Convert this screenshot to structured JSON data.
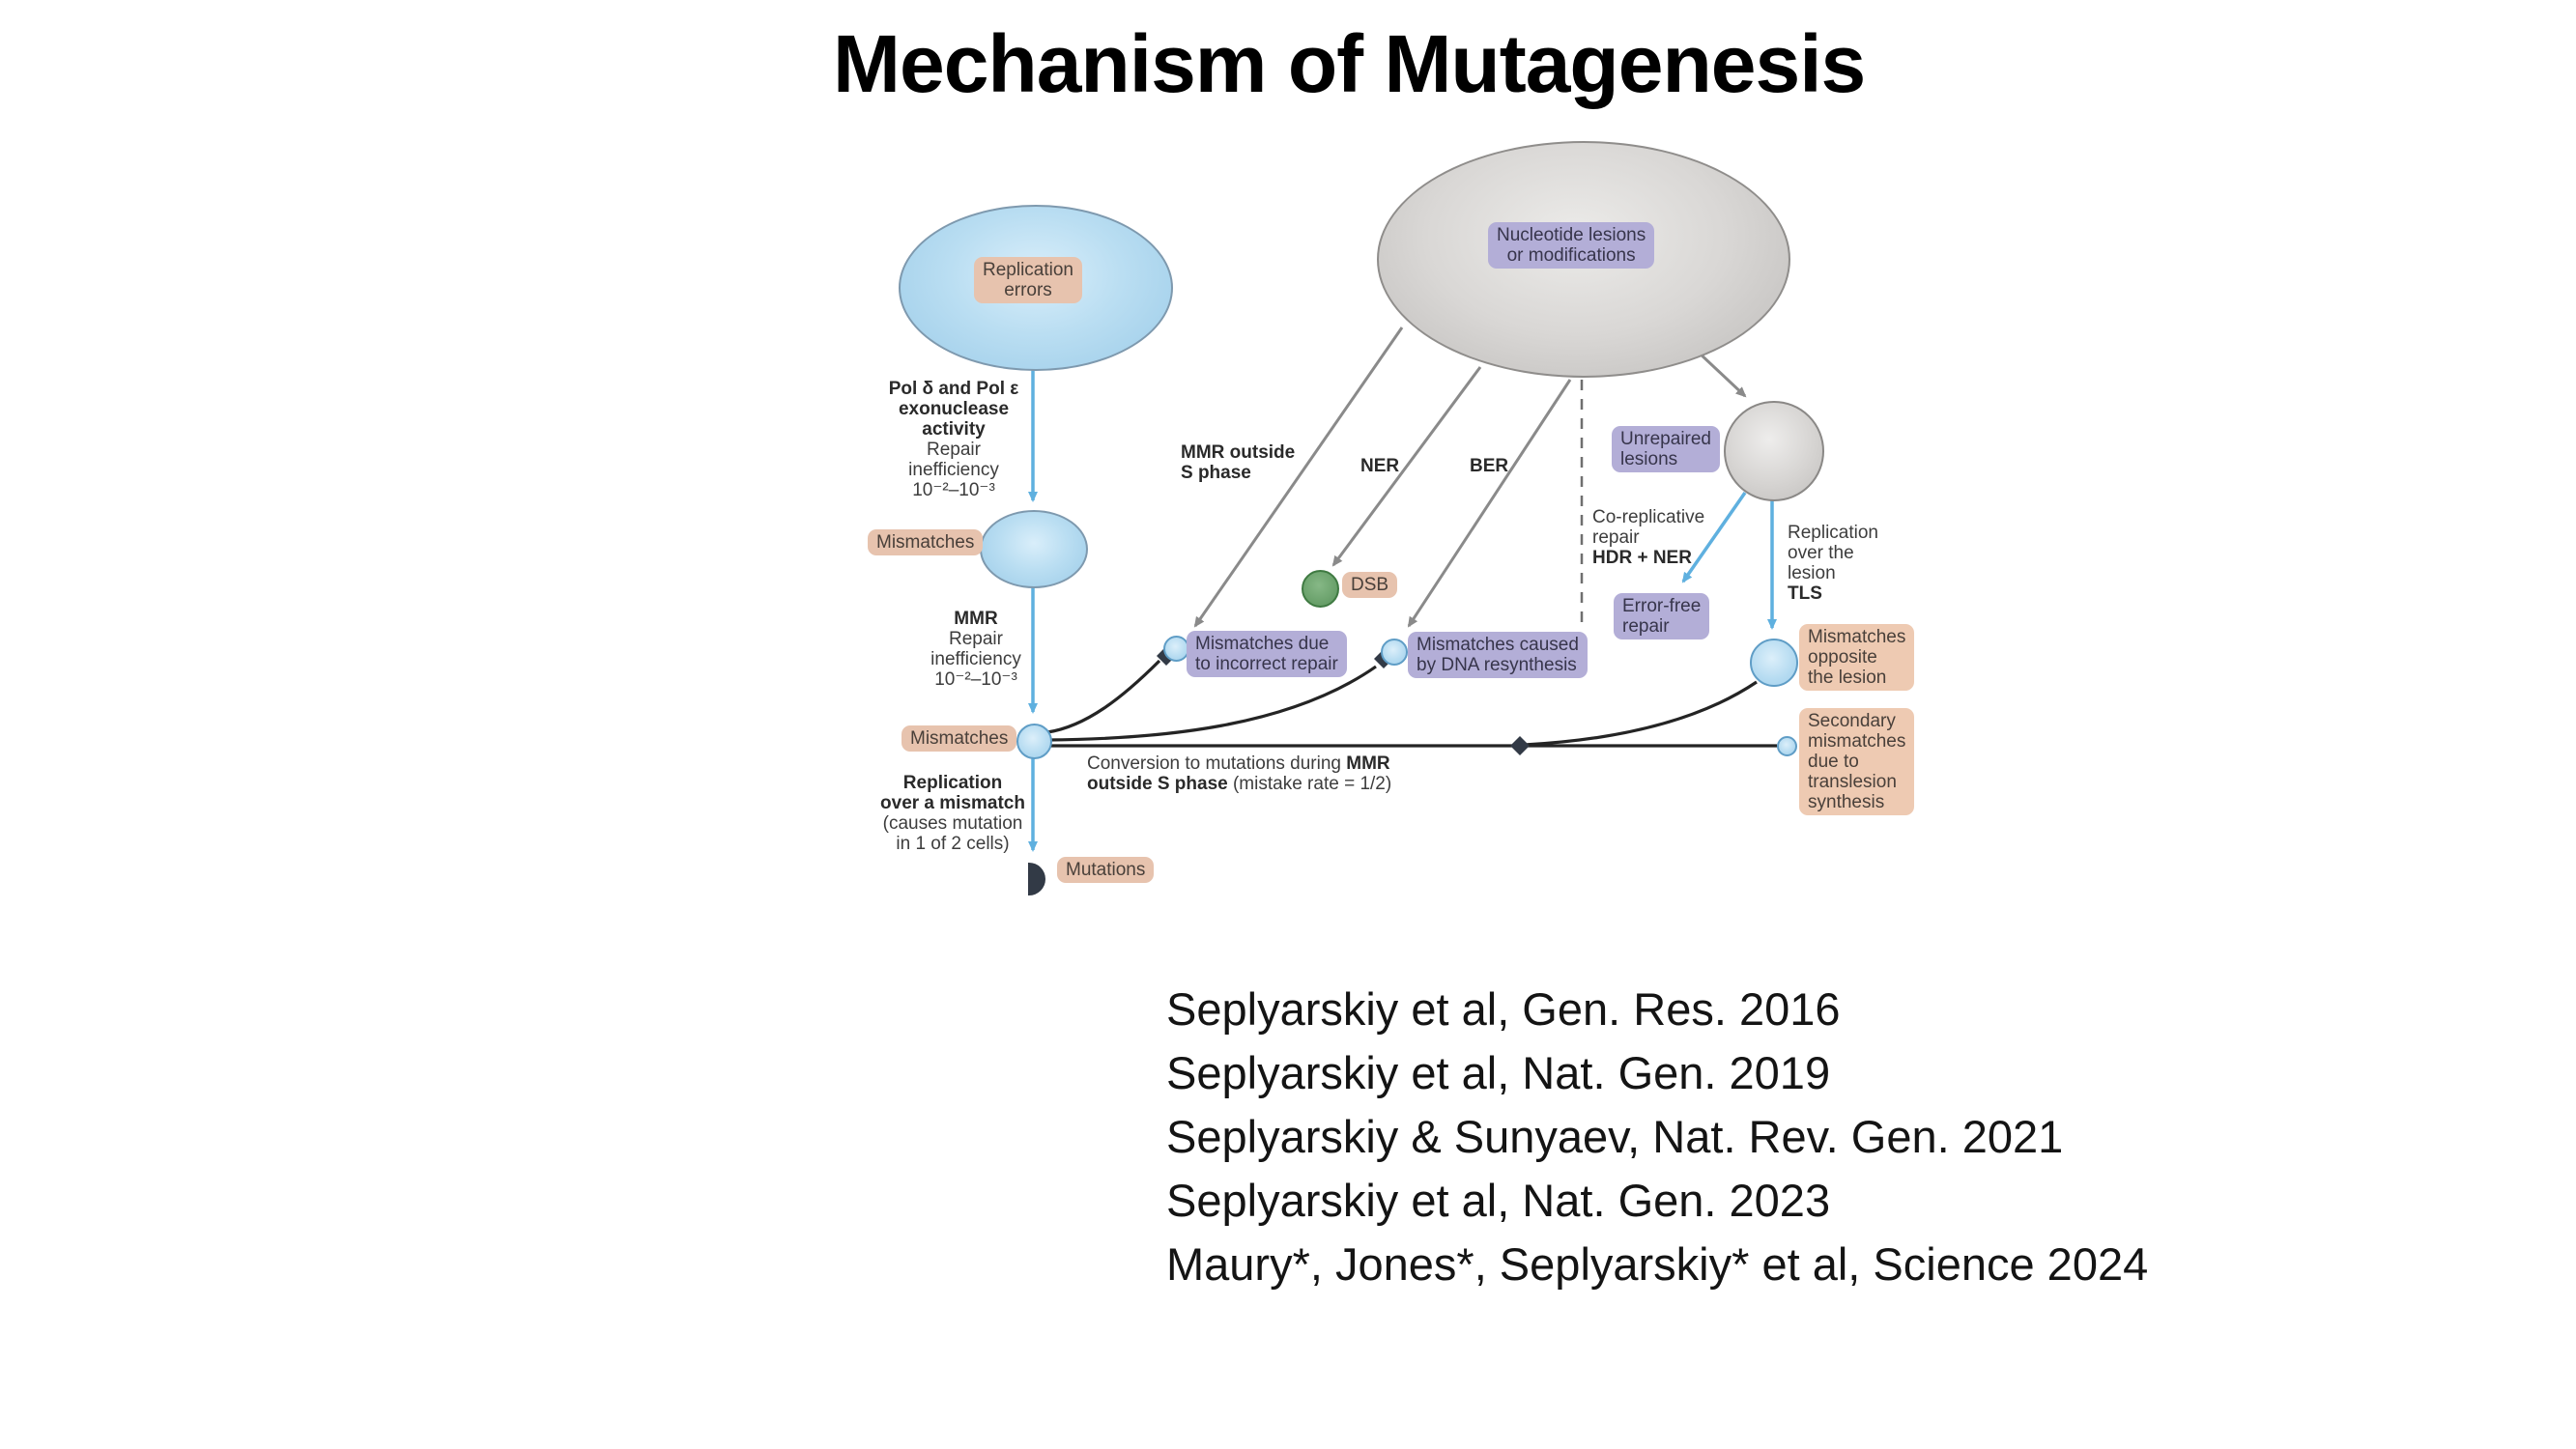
{
  "title": "Mechanism of Mutagenesis",
  "figure": {
    "replication_errors": {
      "lines": [
        "Replication",
        "errors"
      ]
    },
    "nucleotide_lesions": {
      "lines": [
        "Nucleotide lesions",
        "or modifications"
      ]
    },
    "pol": {
      "bold_lines": [
        "Pol δ and Pol ε",
        "exonuclease",
        "activity"
      ],
      "normal_lines": [
        "Repair",
        "inefficiency",
        "10⁻²–10⁻³"
      ]
    },
    "mismatches_1": "Mismatches",
    "mmr": {
      "bold": "MMR",
      "normal_lines": [
        "Repair",
        "inefficiency",
        "10⁻²–10⁻³"
      ]
    },
    "mismatches_2": "Mismatches",
    "replication_over_mismatch": {
      "bold_lines": [
        "Replication",
        "over a mismatch"
      ],
      "note_lines": [
        "(causes mutation",
        "in 1 of 2 cells)"
      ]
    },
    "mutations": "Mutations",
    "mmr_outside": {
      "lines": [
        "MMR outside",
        "S phase"
      ]
    },
    "ner": "NER",
    "ber": "BER",
    "dsb": "DSB",
    "mismatches_incorrect": {
      "lines": [
        "Mismatches due",
        "to incorrect repair"
      ]
    },
    "mismatches_resynthesis": {
      "lines": [
        "Mismatches caused",
        "by DNA resynthesis"
      ]
    },
    "unrepaired": {
      "lines": [
        "Unrepaired",
        "lesions"
      ]
    },
    "co_replicative": {
      "normal_lines": [
        "Co-replicative",
        "repair"
      ],
      "bold": "HDR + NER"
    },
    "error_free": {
      "lines": [
        "Error-free",
        "repair"
      ]
    },
    "replication_over_lesion": {
      "normal_lines": [
        "Replication",
        "over the",
        "lesion"
      ],
      "bold": "TLS"
    },
    "mismatches_opposite": {
      "lines": [
        "Mismatches",
        "opposite",
        "the lesion"
      ]
    },
    "secondary_mismatches": {
      "lines": [
        "Secondary",
        "mismatches",
        "due to",
        "translesion",
        "synthesis"
      ]
    },
    "conversion": {
      "l1_normal": "Conversion to mutations during",
      "l1_bold": "MMR",
      "l2_bold": "outside S phase",
      "l2_normal": "(mistake rate = 1/2)"
    }
  },
  "citations": [
    "Seplyarskiy et al, Gen. Res. 2016",
    "Seplyarskiy et al, Nat. Gen. 2019",
    "Seplyarskiy & Sunyaev, Nat. Rev. Gen. 2021",
    "Seplyarskiy et al, Nat. Gen. 2023",
    "Maury*, Jones*, Seplyarskiy* et al, Science 2024"
  ],
  "colors": {
    "arrow_blue": "#5fb0df",
    "arrow_grey": "#8a8a8a",
    "dark_line": "#242424",
    "diamond_dark": "#323a46",
    "box_tan": "#e7c3ae",
    "box_purple": "#b3aed7",
    "node_green": "#5a945c",
    "node_blue": "#b5dbf1",
    "ellipse_blue": "#badef2",
    "ellipse_grey": "#d9d7d5"
  }
}
